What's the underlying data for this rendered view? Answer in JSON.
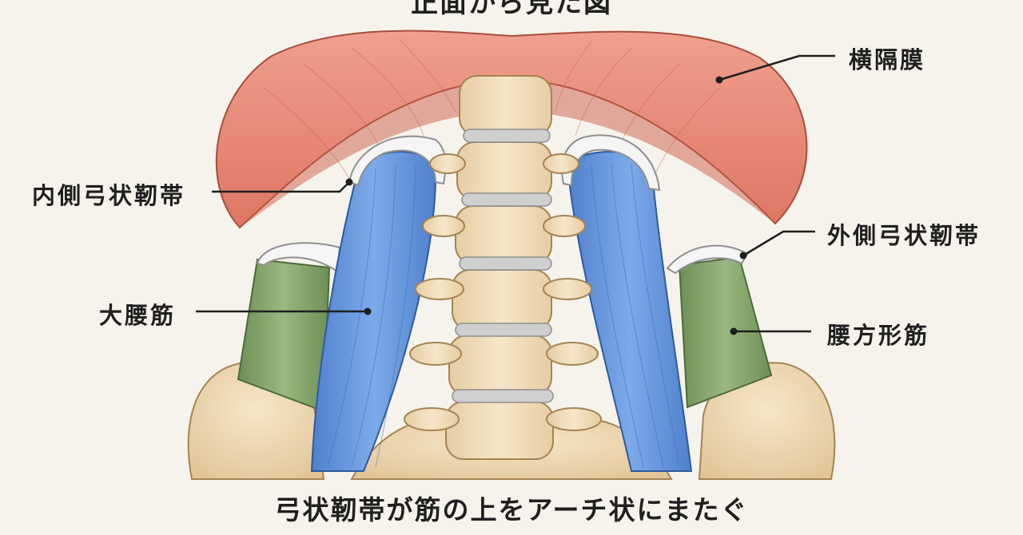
{
  "title": "正面から見た図",
  "caption": "弓状靭帯が筋の上をアーチ状にまたぐ",
  "labels": {
    "diaphragm": "横隔膜",
    "medial_arcuate": "内側弓状靭帯",
    "lateral_arcuate": "外側弓状靭帯",
    "psoas": "大腰筋",
    "quadratus": "腰方形筋"
  },
  "colors": {
    "background": "#f6f3ec",
    "diaphragm": "#e88a78",
    "psoas": "#6f9fe0",
    "quadratus": "#8aaa70",
    "bone": "#f0dcb8",
    "ligament": "#f4f4f4",
    "disc": "#c9c9c9"
  }
}
